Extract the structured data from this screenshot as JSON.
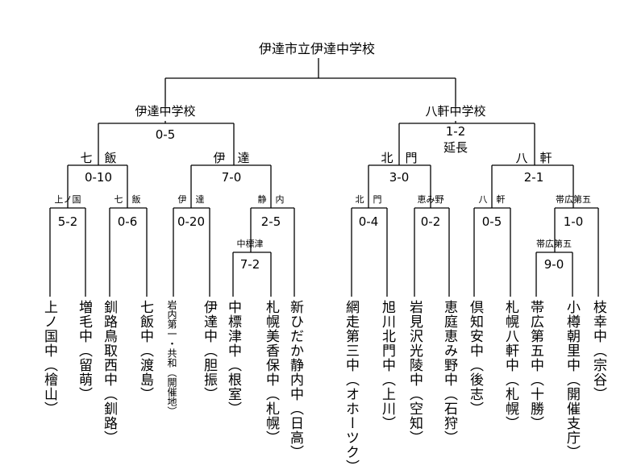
{
  "title": "伊達市立伊達中学校",
  "semis": {
    "left": {
      "name": "伊達中学校",
      "score": "0-5"
    },
    "right": {
      "name": "八軒中学校",
      "score": "1-2",
      "note": "延長"
    }
  },
  "quarters": [
    {
      "name": "七　飯",
      "score": "0-10"
    },
    {
      "name": "伊　達",
      "score": "7-0"
    },
    {
      "name": "北　門",
      "score": "3-0"
    },
    {
      "name": "八　軒",
      "score": "2-1"
    }
  ],
  "r16": [
    {
      "name": "上ノ国",
      "score": "5-2"
    },
    {
      "name": "七　飯",
      "score": "0-6"
    },
    {
      "name": "伊　達",
      "score": "0-20"
    },
    {
      "name": "静　内",
      "score": "2-5"
    },
    {
      "name": "北　門",
      "score": "0-4"
    },
    {
      "name": "恵み野",
      "score": "0-2"
    },
    {
      "name": "八　軒",
      "score": "0-5"
    },
    {
      "name": "帯広第五",
      "score": "1-0"
    }
  ],
  "r32": [
    {
      "name": "中標津",
      "score": "7-2"
    },
    {
      "name": "帯広第五",
      "score": "9-0"
    }
  ],
  "teams": [
    "上ノ国中（檜山）",
    "増毛中（留萌）",
    "釧路鳥取西中（釧路）",
    "七飯中（渡島）",
    "岩内第一・共和（開催地）",
    "伊達中（胆振）",
    "中標津中（根室）",
    "札幌美香保中（札幌）",
    "新ひだか静内中（日高）",
    "網走第三中（オホーツク）",
    "旭川北門中（上川）",
    "岩見沢光陵中（空知）",
    "恵庭恵み野中（石狩）",
    "倶知安中（後志）",
    "札幌八軒中（札幌）",
    "帯広第五中（十勝）",
    "小樽朝里中（開催支庁）",
    "枝幸中（宗谷）"
  ]
}
